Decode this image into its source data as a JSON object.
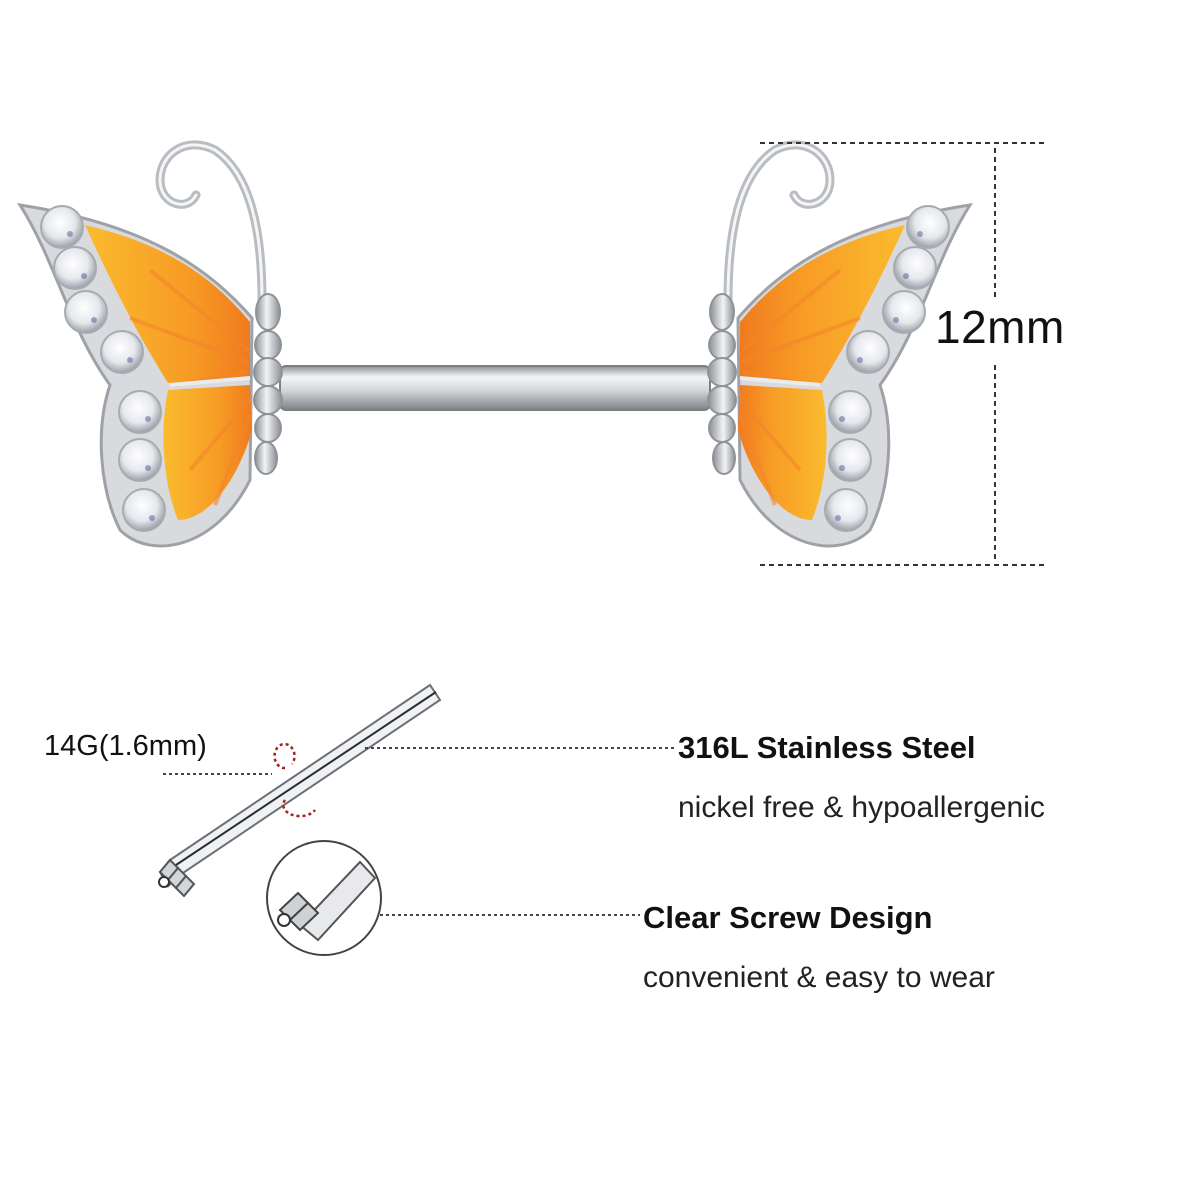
{
  "dimension": {
    "height_label": "12mm"
  },
  "gauge": {
    "label": "14G(1.6mm)"
  },
  "features": {
    "material": {
      "title": "316L Stainless Steel",
      "subtitle": "nickel free & hypoallergenic"
    },
    "screw": {
      "title": "Clear Screw Design",
      "subtitle": "convenient & easy to wear"
    }
  },
  "colors": {
    "wing_yellow": "#f9b52a",
    "wing_orange": "#f07a1e",
    "steel": "#c9ccd0",
    "leader_red": "#a3231c"
  },
  "icons": {
    "left_ornament": "butterfly-wing-left",
    "right_ornament": "butterfly-wing-right",
    "detail": "screw-magnifier"
  }
}
